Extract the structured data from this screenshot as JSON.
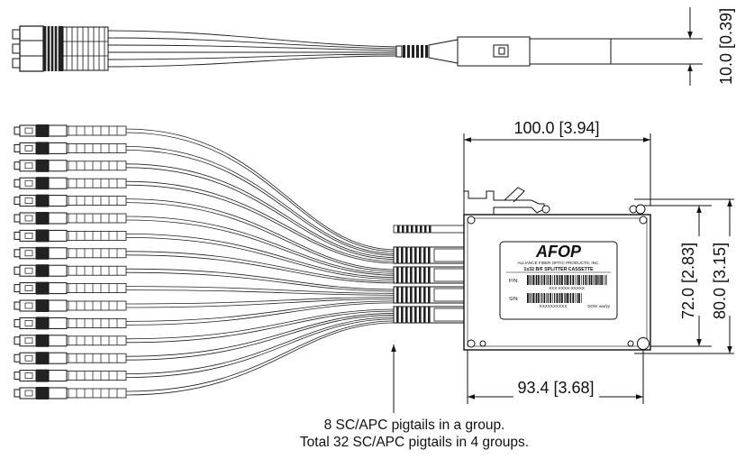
{
  "dimensions": {
    "width_label": "100.0 [3.94]",
    "height_72_label": "72.0 [2.83]",
    "height_80_label": "80.0 [3.15]",
    "bottom_width_label": "93.4 [3.68]",
    "boot_diameter_label": "10.0 [0.39]"
  },
  "cassette_label": {
    "brand": "AFOP",
    "company": "ALLIANCE FIBER OPTIC PRODUCTS, INC.",
    "product": "1x32 B/F SPLITTER CASSETTE",
    "pn_key": "P/N:",
    "pn_value": "XXX-XXXX-XXXXX",
    "sn_key": "S/N:",
    "sn_value": "XXXXXXXXXX",
    "dom": "DOM: ww/yy"
  },
  "note": {
    "line1": "8 SC/APC pigtails in a group.",
    "line2": "Total 32 SC/APC pigtails in 4 groups."
  },
  "groups": {
    "pigtails_per_group": 8,
    "group_count": 4
  }
}
